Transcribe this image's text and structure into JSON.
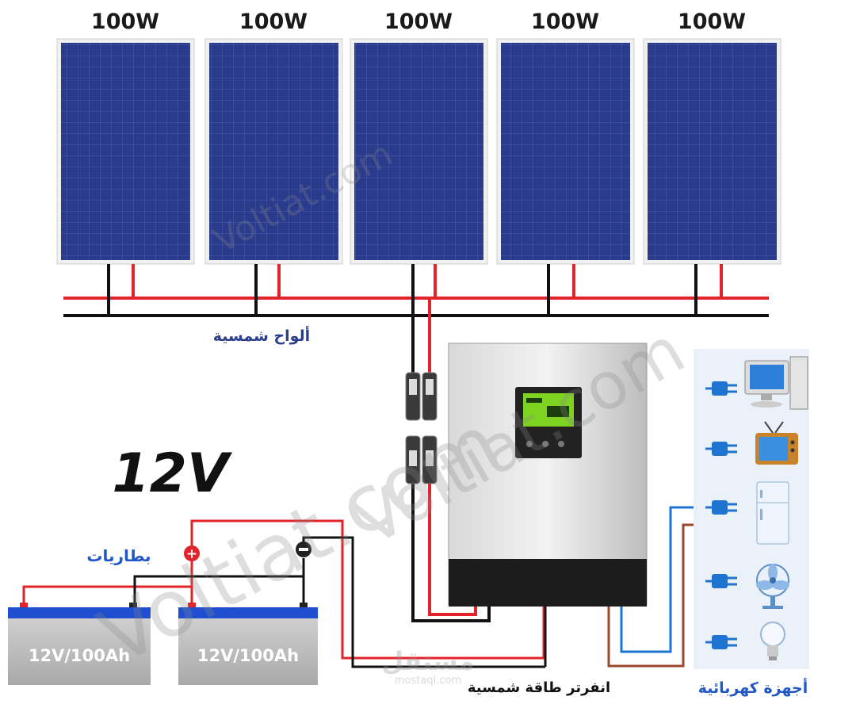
{
  "panels": {
    "wattage_labels": [
      "100W",
      "100W",
      "100W",
      "100W",
      "100W"
    ],
    "caption": "ألواح شمسية"
  },
  "voltage_label": "12V",
  "batteries": {
    "caption": "بطاريات",
    "units": [
      {
        "label": "12V/100Ah"
      },
      {
        "label": "12V/100Ah"
      }
    ],
    "positive_symbol": "+"
  },
  "inverter": {
    "caption": "انفرتر طاقة شمسية"
  },
  "appliances": {
    "caption": "أجهزة كهربائية",
    "items": [
      {
        "icon": "computer-icon"
      },
      {
        "icon": "tv-icon"
      },
      {
        "icon": "fridge-icon"
      },
      {
        "icon": "fan-icon"
      },
      {
        "icon": "lightbulb-icon"
      }
    ]
  },
  "watermarks": {
    "main": "Voltiat.com",
    "brand": "مستقل",
    "brand_url": "mostaql.com"
  },
  "colors": {
    "panel_blue": "#2a3a86",
    "wire_red": "#e2232a",
    "wire_black": "#111111",
    "wire_blue": "#1e74d0",
    "wire_brown": "#9a4a2a",
    "caption_navy": "#2b3f8a",
    "caption_blue": "#1f57c4"
  }
}
